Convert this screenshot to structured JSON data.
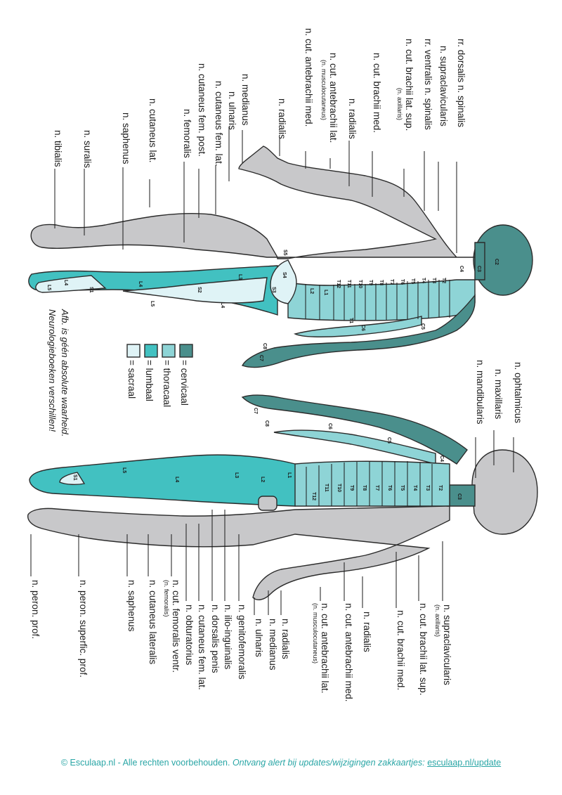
{
  "legend": {
    "cervical": {
      "label": "= cervicaal",
      "color": "#4a8f8c"
    },
    "thoracic": {
      "label": "= thoracaal",
      "color": "#8ed4d6"
    },
    "lumbar": {
      "label": "= lumbaal",
      "color": "#42c1c1"
    },
    "sacral": {
      "label": "= sacraal",
      "color": "#dff3f6"
    }
  },
  "skin_color": "#c8c8ca",
  "note": {
    "line1": "Afb. is géén absolute waarheid.",
    "line2": "Neurologieboeken verschillen!"
  },
  "posterior_labels": [
    {
      "key": "rr_dorsalis",
      "text": "rr. dorsalis n. spinalis"
    },
    {
      "key": "supraclav",
      "text": "n. supraclavicularis"
    },
    {
      "key": "rr_ventralis",
      "text": "rr. ventralis n. spinalis"
    },
    {
      "key": "brachii_lat_sup",
      "text": "n. cut. brachii lat. sup.",
      "sub": "(n. axillaris)"
    },
    {
      "key": "brachii_med",
      "text": "n. cut. brachii med."
    },
    {
      "key": "radialis_1",
      "text": "n. radialis"
    },
    {
      "key": "antebrachii_lat",
      "text": "n. cut. antebrachii lat.",
      "sub": "(n. musculocutaneus)"
    },
    {
      "key": "antebrachii_med",
      "text": "n. cut. antebrachii med."
    },
    {
      "key": "radialis_2",
      "text": "n. radialis"
    },
    {
      "key": "medianus",
      "text": "n. medianus"
    },
    {
      "key": "ulnaris",
      "text": "n. ulnaris"
    },
    {
      "key": "fem_lat",
      "text": "n. cutaneus fem. lat."
    },
    {
      "key": "fem_post",
      "text": "n. cutaneus fem. post."
    },
    {
      "key": "femoralis",
      "text": "n. femoralis"
    },
    {
      "key": "cut_lat",
      "text": "n. cutaneus lat."
    },
    {
      "key": "saphenus",
      "text": "n. saphenus"
    },
    {
      "key": "suralis",
      "text": "n. suralis"
    },
    {
      "key": "tibialis",
      "text": "n. tibialis"
    }
  ],
  "anterior_top_labels": [
    {
      "key": "ophtalmicus",
      "text": "n. ophtalmicus"
    },
    {
      "key": "maxillaris",
      "text": "n. maxillaris"
    },
    {
      "key": "mandibularis",
      "text": "n. mandibularis"
    }
  ],
  "anterior_labels": [
    {
      "key": "supraclav",
      "text": "n. supraclavicularis",
      "sub": "(n. axillaris)"
    },
    {
      "key": "brachii_lat_sup",
      "text": "n. cut. brachii lat. sup."
    },
    {
      "key": "brachii_med",
      "text": "n. cut. brachii med."
    },
    {
      "key": "radialis",
      "text": "n. radialis"
    },
    {
      "key": "antebrachii_med",
      "text": "n. cut. antebrachii med."
    },
    {
      "key": "antebrachii_lat",
      "text": "n. cut. antebrachii lat.",
      "sub": "(n. musculocutaneus)"
    },
    {
      "key": "radialis_2",
      "text": "n. radialis"
    },
    {
      "key": "medianus",
      "text": "n. medianus"
    },
    {
      "key": "ulnaris",
      "text": "n. ulnaris"
    },
    {
      "key": "genitofemoralis",
      "text": "n. genitofemoralis"
    },
    {
      "key": "ilioinguinalis",
      "text": "n. ilio-inguinalis"
    },
    {
      "key": "dorsalis_penis",
      "text": "n. dorsalis penis"
    },
    {
      "key": "fem_lat",
      "text": "n. cutaneus fem. lat."
    },
    {
      "key": "obturatorius",
      "text": "n. obturatorius"
    },
    {
      "key": "fem_ventr",
      "text": "n. cut. femoralis ventr.",
      "sub": "(n. femoralis)"
    },
    {
      "key": "cut_lateralis",
      "text": "n. cutaneus lateralis"
    },
    {
      "key": "saphenus",
      "text": "n. saphenus"
    },
    {
      "key": "peron_superfic",
      "text": "n. peron. superfic. prof."
    },
    {
      "key": "peron_prof",
      "text": "n. peron. prof."
    }
  ],
  "dermatomes_posterior": {
    "C2": "C2",
    "C3": "C3",
    "C4": "C4",
    "C5": "C5",
    "C6": "C6",
    "C7": "C7",
    "C8": "C8",
    "T1": "T1",
    "T2": "T2",
    "T3": "T3",
    "T4": "T4",
    "T5": "T5",
    "T6": "T6",
    "T7": "T7",
    "T8": "T8",
    "T9": "T9",
    "T10": "T10",
    "T11": "T11",
    "T12": "T12",
    "L1": "L1",
    "L2": "L2",
    "L3": "L3",
    "L4": "L4",
    "L5": "L5",
    "S1": "S1",
    "S2": "S2",
    "S3": "S3",
    "S4": "S4",
    "S5": "S5"
  },
  "dermatomes_anterior": {
    "C3": "C3",
    "C4": "C4",
    "C5": "C5",
    "C6": "C6",
    "C7": "C7",
    "C8": "C8",
    "T2": "T2",
    "T3": "T3",
    "T4": "T4",
    "T5": "T5",
    "T6": "T6",
    "T7": "T7",
    "T8": "T8",
    "T9": "T9",
    "T10": "T10",
    "T11": "T11",
    "T12": "T12",
    "L1": "L1",
    "L2": "L2",
    "L3": "L3",
    "L4": "L4",
    "L5": "L5",
    "S1": "S1"
  },
  "footer": {
    "copyright": "© Esculaap.nl - Alle rechten voorbehouden.",
    "alert": "Ontvang alert bij updates/wijzigingen zakkaartjes:",
    "link": "esculaap.nl/update"
  }
}
